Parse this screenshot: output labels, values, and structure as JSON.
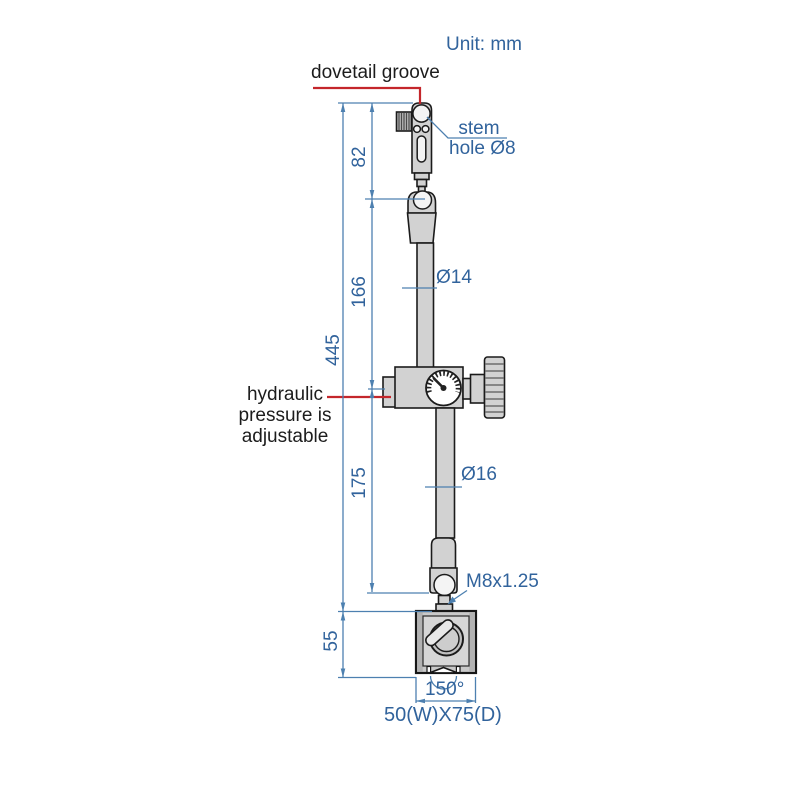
{
  "meta": {
    "unit_label": "Unit: mm",
    "drawing_subject": "hydraulic magnetic stand technical drawing"
  },
  "colors": {
    "dimension_text_blue": "#31639c",
    "dimension_line_blue": "#4d80b0",
    "leader_red": "#c4262b",
    "annotation_black": "#1c1c1c",
    "part_gray": "#d2d2d2",
    "base_gray": "#c9c9c9"
  },
  "annotations": {
    "dovetail": "dovetail groove",
    "stem_line1": "stem",
    "stem_line2": "hole Ø8",
    "hydraulic_note": "hydraulic\npressure is\nadjustable",
    "thread": "M8x1.25",
    "groove_angle": "150°",
    "base_size": "50(W)X75(D)"
  },
  "dimensions": {
    "stem_height": "82",
    "upper_column_length": "166",
    "total_height": "445",
    "lower_column_length": "175",
    "base_height": "55",
    "upper_rod_diameter": "Ø14",
    "lower_rod_diameter": "Ø16"
  }
}
